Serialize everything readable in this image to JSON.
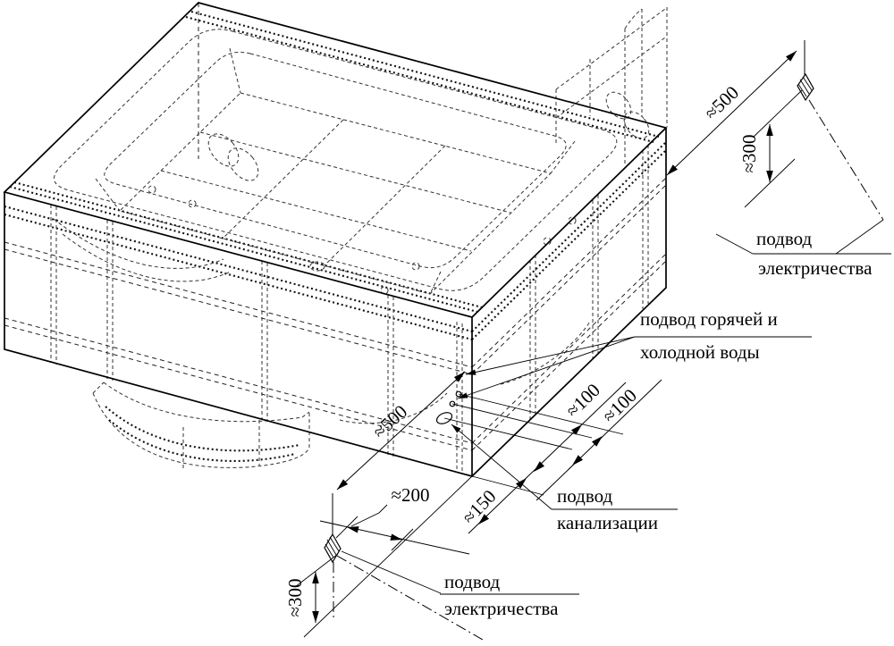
{
  "drawing": {
    "type": "isometric-installation-diagram",
    "subject": "bathtub enclosure wireframe with utility connection points"
  },
  "labels": {
    "electricity_top": {
      "line1": "подвод",
      "line2": "электричества"
    },
    "hot_cold_water": {
      "line1": "подвод горячей и",
      "line2": "холодной воды"
    },
    "sewage": {
      "line1": "подвод",
      "line2": "канализации"
    },
    "electricity_bottom": {
      "line1": "подвод",
      "line2": "электричества"
    }
  },
  "dimensions": {
    "d500_top": "≈500",
    "d300_top": "≈300",
    "d100_a": "≈100",
    "d100_b": "≈100",
    "d500_bottom": "≈500",
    "d200": "≈200",
    "d150": "≈150",
    "d300_bottom": "≈300"
  },
  "colors": {
    "line": "#000000",
    "background": "#ffffff"
  }
}
